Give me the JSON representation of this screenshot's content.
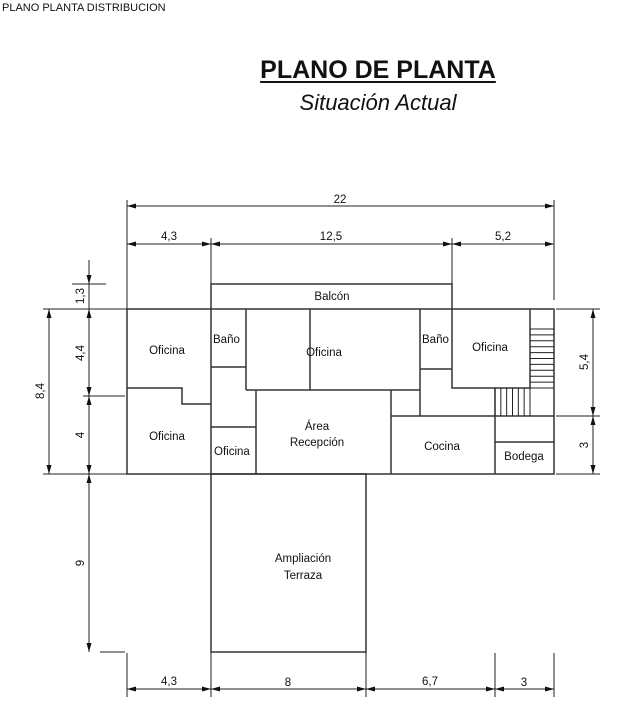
{
  "document_title": "PLANO PLANTA DISTRIBUCION",
  "plan": {
    "title": "PLANO DE PLANTA",
    "subtitle": "Situación Actual"
  },
  "rooms": {
    "balcon": "Balcón",
    "oficina_top_left": "Oficina",
    "oficina_bottom_left": "Oficina",
    "bano_left": "Baño",
    "oficina_center": "Oficina",
    "bano_right": "Baño",
    "oficina_right": "Oficina",
    "oficina_small": "Oficina",
    "recepcion_line1": "Área",
    "recepcion_line2": "Recepción",
    "cocina": "Cocina",
    "bodega": "Bodega",
    "terraza_line1": "Ampliación",
    "terraza_line2": "Terraza"
  },
  "dimensions": {
    "top_total": "22",
    "top_left": "4,3",
    "top_mid": "12,5",
    "top_right": "5,2",
    "left_total": "8,4",
    "left_balcony": "1,3",
    "left_upper": "4,4",
    "left_lower": "4",
    "left_terrace": "9",
    "right_upper": "5,4",
    "right_lower": "3",
    "bottom_1": "4,3",
    "bottom_2": "8",
    "bottom_3": "6,7",
    "bottom_4": "3"
  }
}
